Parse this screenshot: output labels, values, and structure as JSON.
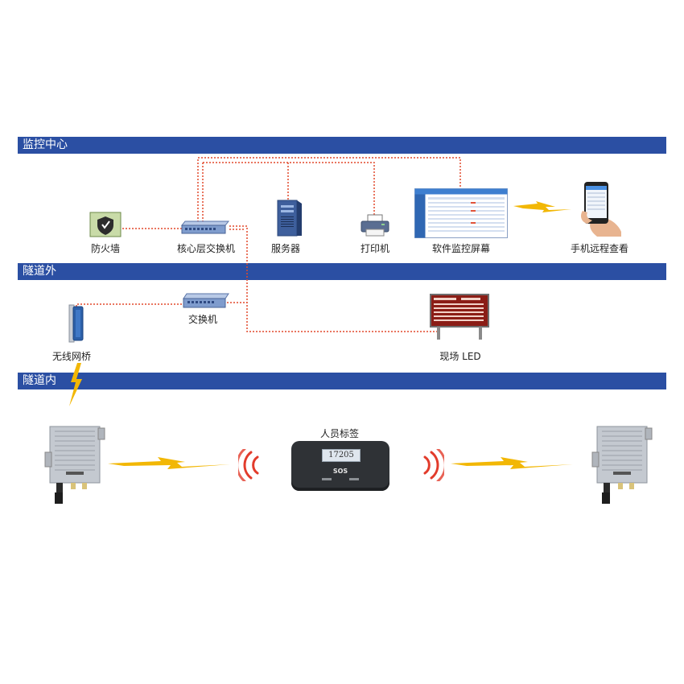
{
  "sections": {
    "monitor_center": "监控中心",
    "tunnel_outside": "隧道外",
    "tunnel_inside": "隧道内"
  },
  "devices": {
    "firewall": "防火墙",
    "core_switch": "核心层交换机",
    "server": "服务器",
    "printer": "打印机",
    "monitor_screen": "软件监控屏幕",
    "mobile": "手机远程查看",
    "switch": "交换机",
    "wireless_bridge": "无线网桥",
    "led": "现场 LED",
    "tag": "人员标签"
  },
  "tag_display": {
    "number": "17205",
    "sos": "SOS"
  },
  "colors": {
    "band": "#2b4fa3",
    "wire": "#e2492b",
    "bolt": "#f2b705"
  }
}
